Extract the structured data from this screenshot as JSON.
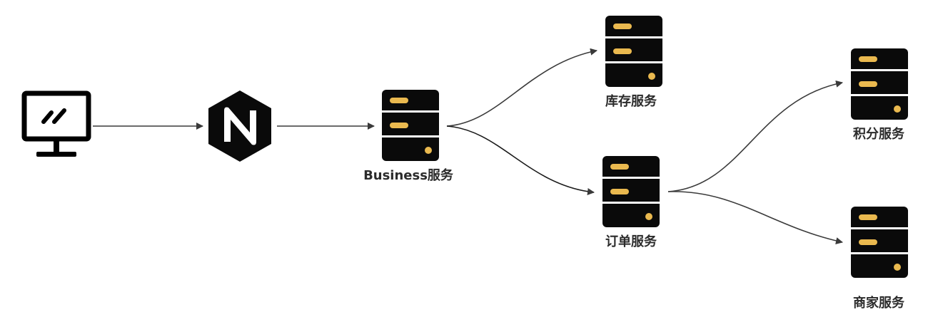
{
  "nodes": {
    "business": {
      "label": "Business服务"
    },
    "inventory": {
      "label": "库存服务"
    },
    "order": {
      "label": "订单服务"
    },
    "points": {
      "label": "积分服务"
    },
    "merchant": {
      "label": "商家服务"
    }
  },
  "icons": {
    "client": "monitor-icon",
    "gateway": "nginx-icon",
    "service": "server-icon"
  },
  "colors": {
    "server_body": "#0a0a0a",
    "server_accent": "#eab94f",
    "line": "#3a3a3a",
    "label": "#2b2b2b"
  }
}
